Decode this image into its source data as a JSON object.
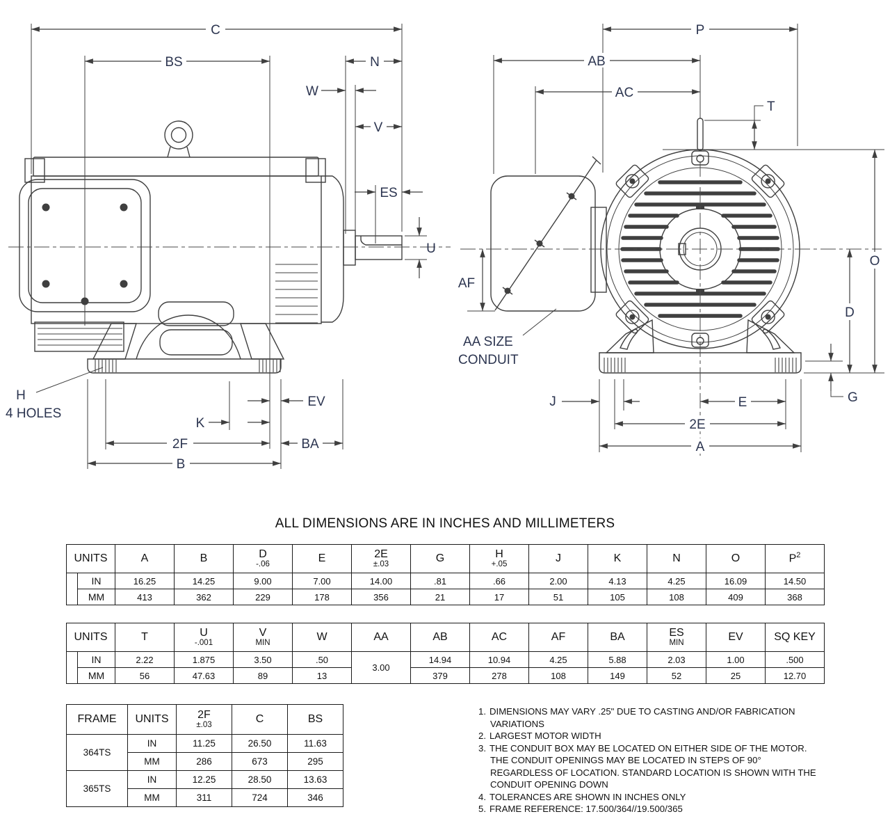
{
  "title": "ALL DIMENSIONS ARE IN INCHES AND MILLIMETERS",
  "colors": {
    "line": "#3f3f3f",
    "label": "#2c3550",
    "text": "#111111"
  },
  "units": {
    "in": "IN",
    "mm": "MM"
  },
  "side_view": {
    "c": "C",
    "bs": "BS",
    "n": "N",
    "w": "W",
    "v": "V",
    "es": "ES",
    "u": "U",
    "h": "H",
    "four_holes": "4 HOLES",
    "k": "K",
    "ev": "EV",
    "two_f": "2F",
    "ba": "BA",
    "b": "B"
  },
  "end_view": {
    "p": "P",
    "ab": "AB",
    "ac": "AC",
    "t": "T",
    "o": "O",
    "d": "D",
    "g": "G",
    "af": "AF",
    "aa_line1": "AA SIZE",
    "aa_line2": "CONDUIT",
    "j": "J",
    "e": "E",
    "two_e": "2E",
    "a": "A"
  },
  "table1": {
    "col_headers": [
      {
        "label": "UNITS"
      },
      {
        "label": "A"
      },
      {
        "label": "B"
      },
      {
        "label": "D",
        "tol": "-.06"
      },
      {
        "label": "E"
      },
      {
        "label": "2E",
        "tol": "±.03"
      },
      {
        "label": "G"
      },
      {
        "label": "H",
        "tol": "+.05"
      },
      {
        "label": "J"
      },
      {
        "label": "K"
      },
      {
        "label": "N"
      },
      {
        "label": "O"
      },
      {
        "label": "P",
        "sup": "2"
      }
    ],
    "in": [
      "16.25",
      "14.25",
      "9.00",
      "7.00",
      "14.00",
      ".81",
      ".66",
      "2.00",
      "4.13",
      "4.25",
      "16.09",
      "14.50"
    ],
    "mm": [
      "413",
      "362",
      "229",
      "178",
      "356",
      "21",
      "17",
      "51",
      "105",
      "108",
      "409",
      "368"
    ]
  },
  "table2": {
    "col_headers": [
      {
        "label": "UNITS"
      },
      {
        "label": "T"
      },
      {
        "label": "U",
        "tol": "-.001"
      },
      {
        "label": "V",
        "tol": "MIN"
      },
      {
        "label": "W"
      },
      {
        "label": "AA"
      },
      {
        "label": "AB"
      },
      {
        "label": "AC"
      },
      {
        "label": "AF"
      },
      {
        "label": "BA"
      },
      {
        "label": "ES",
        "tol": "MIN"
      },
      {
        "label": "EV"
      },
      {
        "label": "SQ KEY"
      }
    ],
    "in_pre": [
      "2.22",
      "1.875",
      "3.50",
      ".50"
    ],
    "aa": "3.00",
    "in_post": [
      "14.94",
      "10.94",
      "4.25",
      "5.88",
      "2.03",
      "1.00",
      ".500"
    ],
    "mm_pre": [
      "56",
      "47.63",
      "89",
      "13"
    ],
    "mm_post": [
      "379",
      "278",
      "108",
      "149",
      "52",
      "25",
      "12.70"
    ]
  },
  "table3": {
    "col_headers": [
      {
        "label": "FRAME"
      },
      {
        "label": "UNITS"
      },
      {
        "label": "2F",
        "tol": "±.03"
      },
      {
        "label": "C"
      },
      {
        "label": "BS"
      }
    ],
    "groups": [
      {
        "frame": "364TS",
        "in": [
          "11.25",
          "26.50",
          "11.63"
        ],
        "mm": [
          "286",
          "673",
          "295"
        ]
      },
      {
        "frame": "365TS",
        "in": [
          "12.25",
          "28.50",
          "13.63"
        ],
        "mm": [
          "311",
          "724",
          "346"
        ]
      }
    ]
  },
  "notes": [
    {
      "num": "1.",
      "text": "DIMENSIONS MAY VARY .25\" DUE TO CASTING AND/OR FABRICATION VARIATIONS"
    },
    {
      "num": "2.",
      "text": "LARGEST MOTOR WIDTH"
    },
    {
      "num": "3.",
      "text": "THE CONDUIT BOX MAY BE LOCATED ON EITHER SIDE OF THE MOTOR.  THE CONDUIT OPENINGS MAY BE LOCATED IN STEPS OF 90° REGARDLESS OF LOCATION.  STANDARD LOCATION IS SHOWN WITH THE CONDUIT OPENING DOWN"
    },
    {
      "num": "4.",
      "text": "TOLERANCES ARE SHOWN IN INCHES ONLY"
    },
    {
      "num": "5.",
      "text": "FRAME REFERENCE: 17.500/364//19.500/365"
    }
  ]
}
